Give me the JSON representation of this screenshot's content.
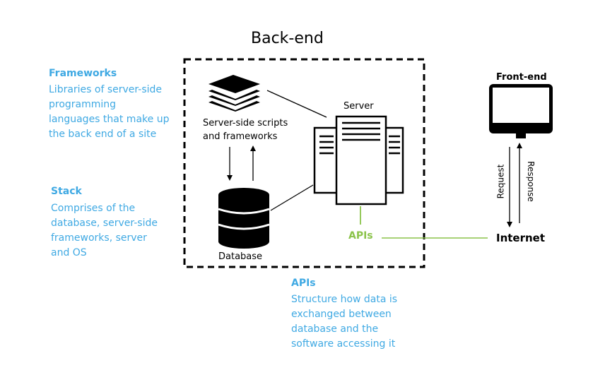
{
  "title": "Back-end",
  "frameworks": {
    "heading": "Frameworks",
    "lines": [
      "Libraries of server-side",
      "programming",
      "languages that make up",
      "the back end of a site"
    ]
  },
  "stack": {
    "heading": "Stack",
    "lines": [
      "Comprises of the",
      "database, server-side",
      "frameworks, server",
      "and OS"
    ]
  },
  "apis_info": {
    "heading": "APIs",
    "lines": [
      "Structure how data is",
      "exchanged between",
      "database and the",
      "software accessing it"
    ]
  },
  "nodes": {
    "scripts_line1": "Server-side scripts",
    "scripts_line2": "and frameworks",
    "server": "Server",
    "database": "Database",
    "apis": "APIs",
    "frontend": "Front-end",
    "internet": "Internet",
    "request": "Request",
    "response": "Response"
  },
  "colors": {
    "info_blue": "#3fa9e3",
    "api_green": "#8bc34a"
  }
}
